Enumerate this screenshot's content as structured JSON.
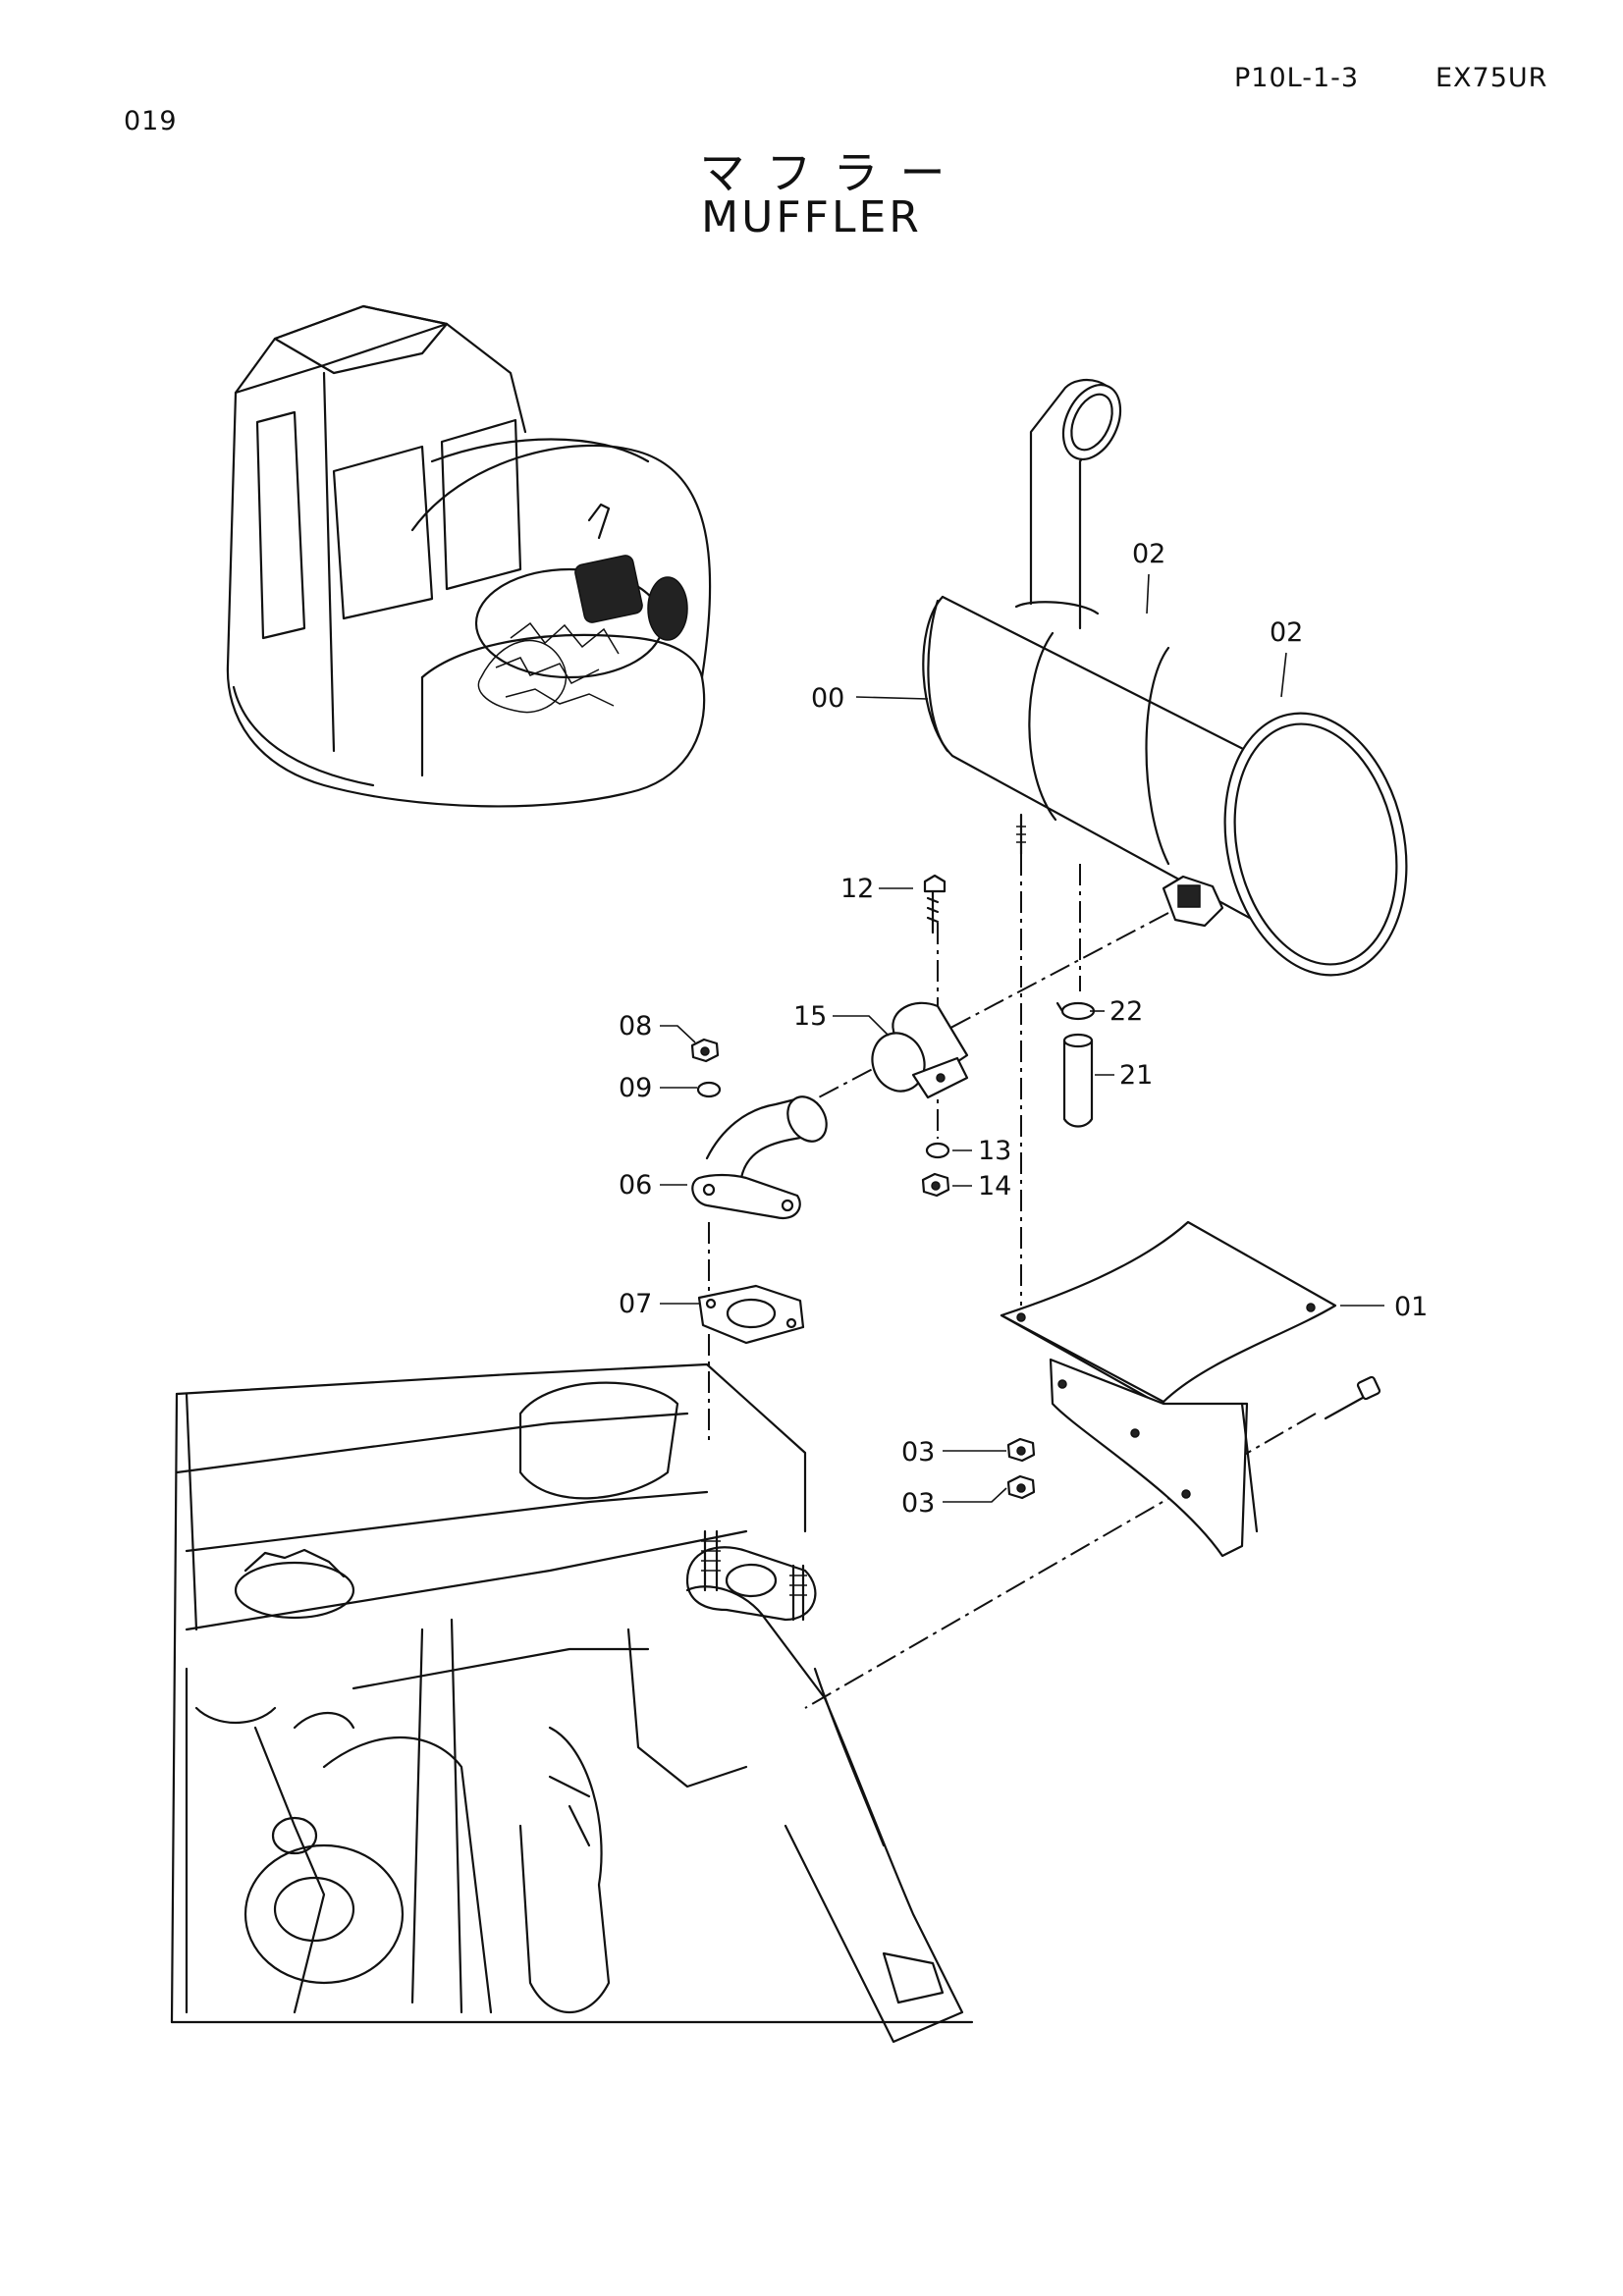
{
  "header": {
    "page_number": "019",
    "document_code": "P10L-1-3",
    "model": "EX75UR"
  },
  "title": {
    "japanese": "マフラー",
    "english": "MUFFLER"
  },
  "callouts": [
    {
      "id": "00",
      "label": "00"
    },
    {
      "id": "01",
      "label": "01"
    },
    {
      "id": "02a",
      "label": "02"
    },
    {
      "id": "02b",
      "label": "02"
    },
    {
      "id": "03a",
      "label": "03"
    },
    {
      "id": "03b",
      "label": "03"
    },
    {
      "id": "06",
      "label": "06"
    },
    {
      "id": "07",
      "label": "07"
    },
    {
      "id": "08",
      "label": "08"
    },
    {
      "id": "09",
      "label": "09"
    },
    {
      "id": "12",
      "label": "12"
    },
    {
      "id": "13",
      "label": "13"
    },
    {
      "id": "14",
      "label": "14"
    },
    {
      "id": "15",
      "label": "15"
    },
    {
      "id": "21",
      "label": "21"
    },
    {
      "id": "22",
      "label": "22"
    }
  ]
}
